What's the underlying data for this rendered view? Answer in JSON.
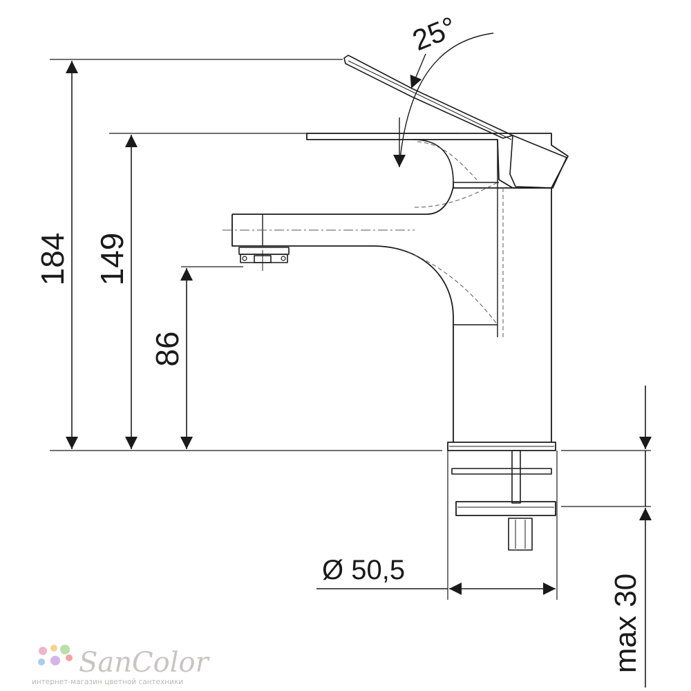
{
  "dimensions": {
    "total_height": "184",
    "handle_height": "149",
    "spout_height": "86",
    "handle_angle": "25°",
    "base_diameter": "Ø 50,5",
    "max_mount_thickness": "max 30"
  },
  "brand": {
    "name": "SanColor",
    "tagline": "интернет-магазин цветной сантехники",
    "dot_colors": [
      "#f2b3c9",
      "#f6d28a",
      "#b9e0a8",
      "#a9cdea",
      "#d3b6e6",
      "#f5a3a3"
    ]
  },
  "colors": {
    "line": "#1a1a1a",
    "hidden_line": "#555555"
  }
}
